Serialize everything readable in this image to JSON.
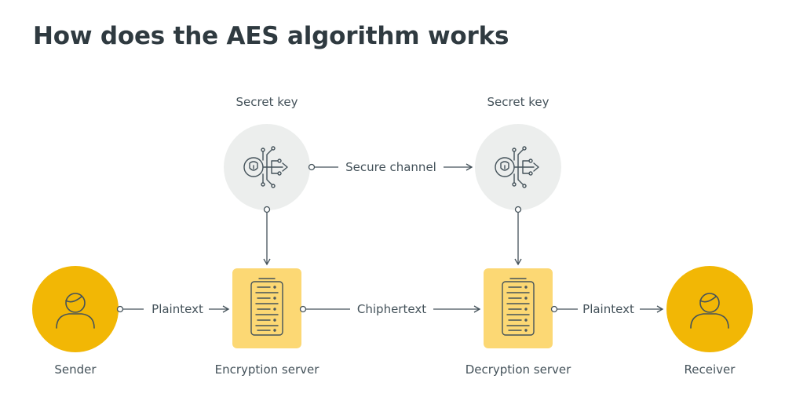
{
  "title": "How does the AES algorithm works",
  "nodes": {
    "secret_key_left": {
      "label": "Secret key",
      "icon": "key-circuit-icon"
    },
    "secret_key_right": {
      "label": "Secret key",
      "icon": "key-circuit-icon"
    },
    "sender": {
      "label": "Sender",
      "icon": "person-icon"
    },
    "encryption_server": {
      "label": "Encryption server",
      "icon": "server-icon"
    },
    "decryption_server": {
      "label": "Decryption server",
      "icon": "server-icon"
    },
    "receiver": {
      "label": "Receiver",
      "icon": "person-icon"
    }
  },
  "edges": {
    "secure_channel": "Secure channel",
    "plaintext_in": "Plaintext",
    "ciphertext": "Chiphertext",
    "plaintext_out": "Plaintext"
  },
  "colors": {
    "accent_yellow": "#f2b705",
    "server_bg": "#fcd874",
    "key_circle_bg": "#eceeed",
    "line": "#44525a"
  }
}
